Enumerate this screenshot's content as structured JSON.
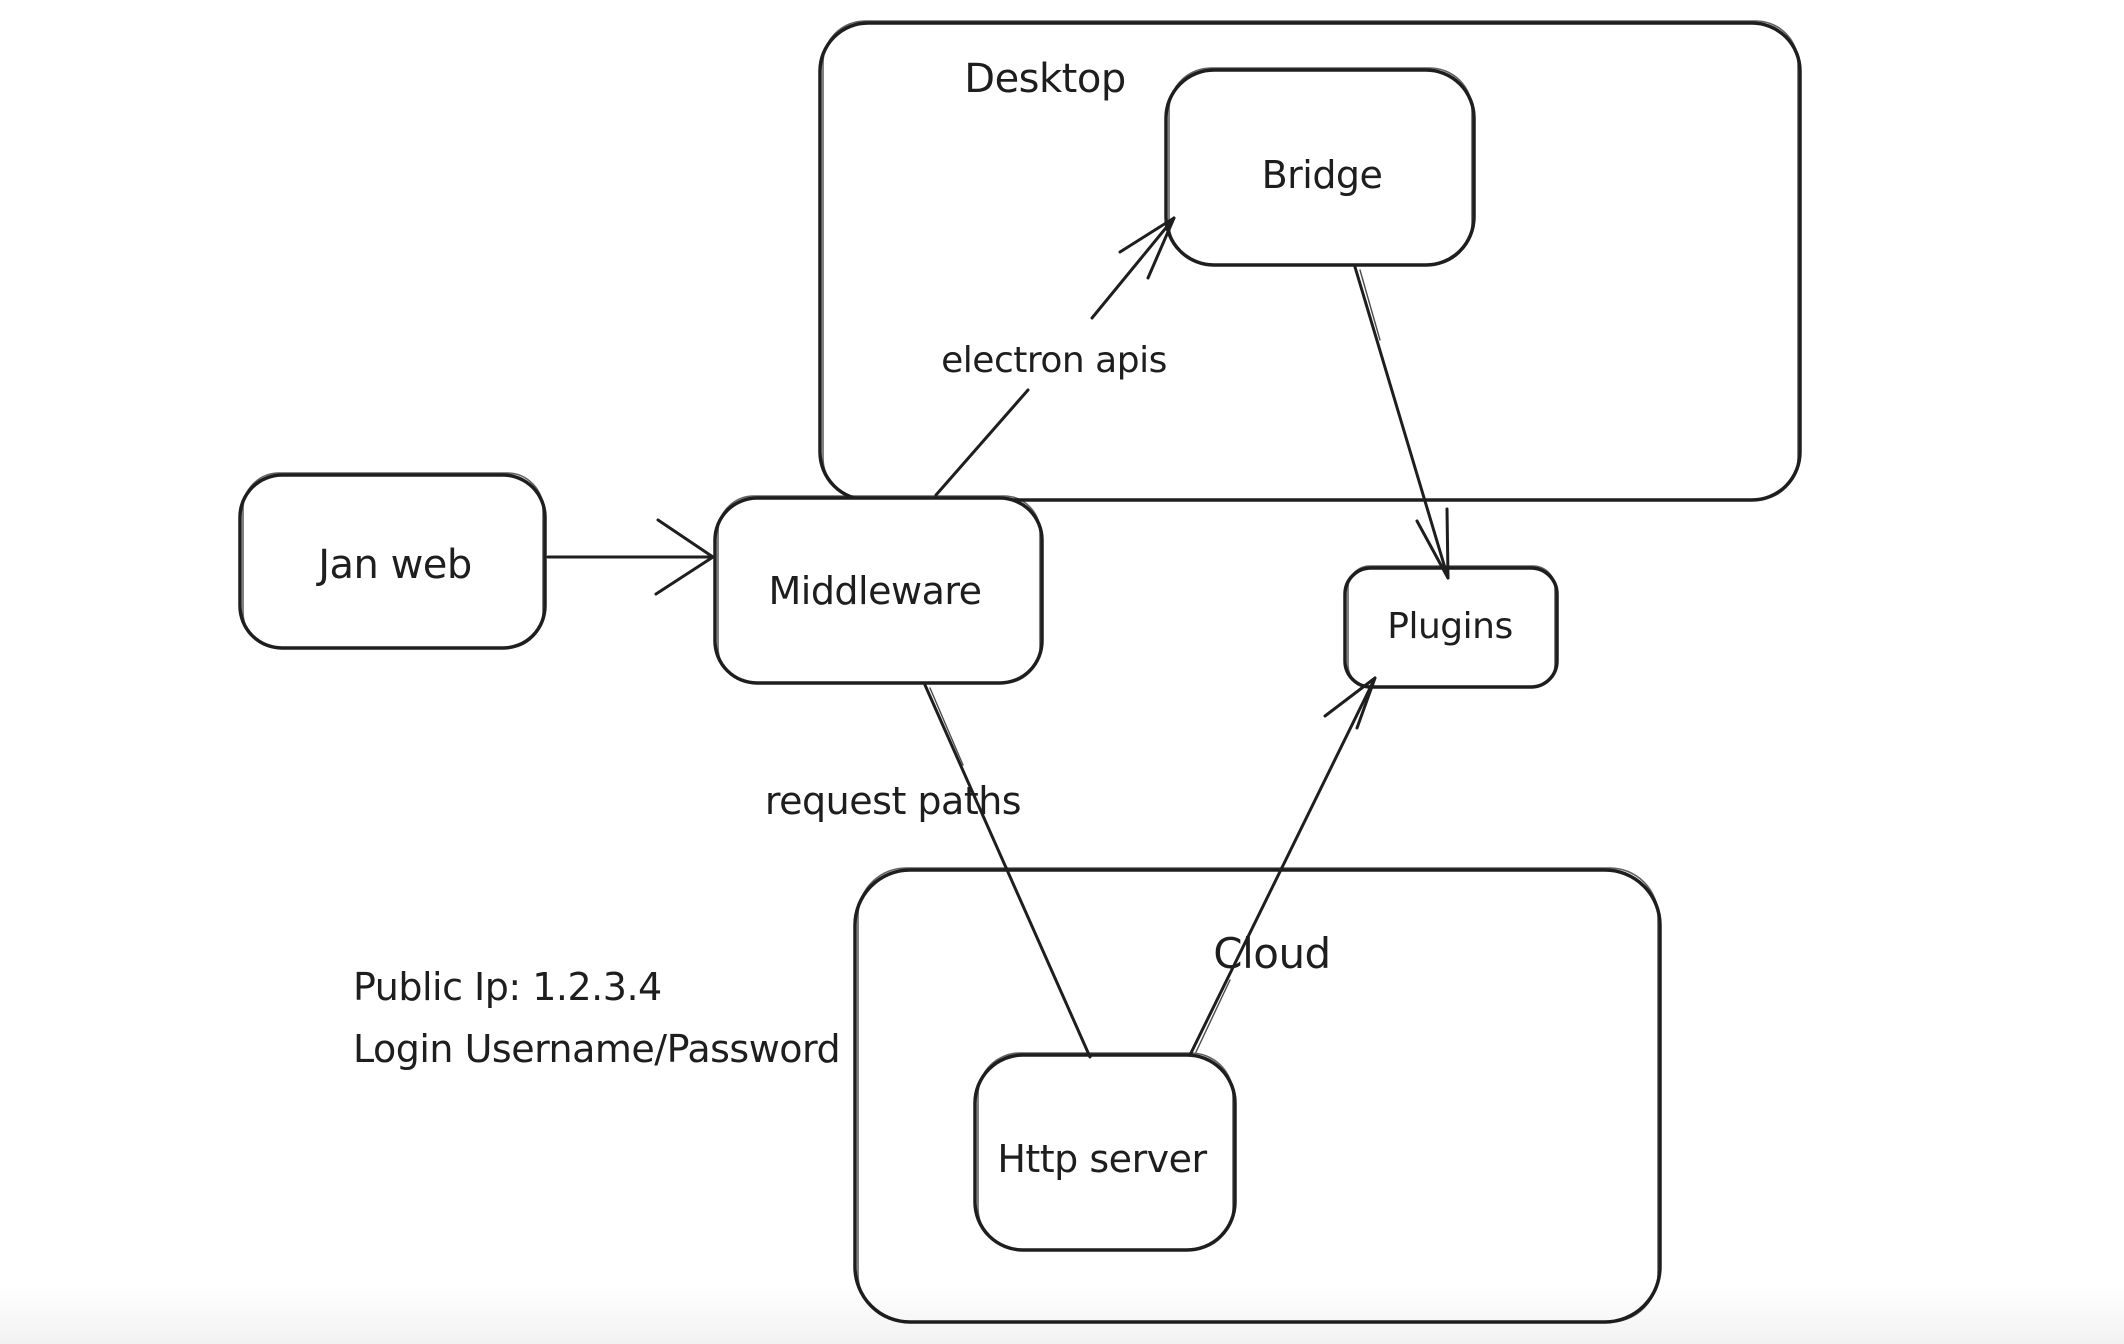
{
  "app": {
    "kind": "hand-drawn architecture diagram",
    "background_color": "#ffffff",
    "stroke_color": "#1e1e1e"
  },
  "containers": {
    "desktop": {
      "label": "Desktop"
    },
    "cloud": {
      "label": "Cloud"
    }
  },
  "nodes": {
    "jan_web": {
      "label": "Jan web"
    },
    "middleware": {
      "label": "Middleware"
    },
    "bridge": {
      "label": "Bridge"
    },
    "plugins": {
      "label": "Plugins"
    },
    "http_server": {
      "label": "Http server"
    }
  },
  "edges": {
    "jan_web_to_middleware": {
      "from": "Jan web",
      "to": "Middleware"
    },
    "middleware_to_bridge": {
      "from": "Middleware",
      "to": "Bridge",
      "label": "electron apis"
    },
    "bridge_to_plugins": {
      "from": "Bridge",
      "to": "Plugins"
    },
    "middleware_to_http_server": {
      "from": "Middleware",
      "to": "Http server",
      "label": "request paths"
    },
    "http_server_to_plugins": {
      "from": "Http server",
      "to": "Plugins"
    }
  },
  "annotations": {
    "public_ip": "Public Ip: 1.2.3.4",
    "login": "Login Username/Password"
  }
}
